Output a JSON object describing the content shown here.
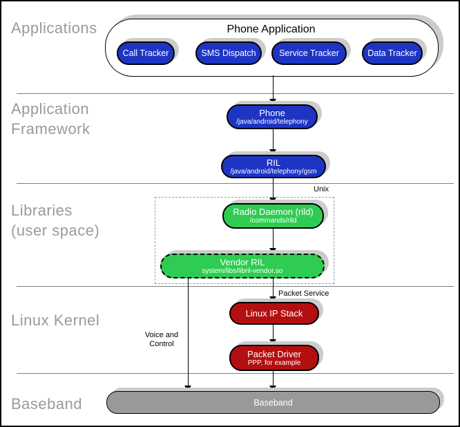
{
  "colors": {
    "node_blue": "#1e35c4",
    "node_green": "#2ecc52",
    "node_red": "#b30f11",
    "baseband_gray": "#999999",
    "section_label_gray": "#9a9a9a",
    "shadow_gray": "#cccccc",
    "divider_gray": "#7f7f7f"
  },
  "sections": {
    "applications": {
      "label": "Applications"
    },
    "framework": {
      "label_line1": "Application",
      "label_line2": "Framework"
    },
    "libraries": {
      "label_line1": "Libraries",
      "label_line2": "(user space)"
    },
    "kernel": {
      "label": "Linux Kernel"
    },
    "baseband": {
      "label": "Baseband"
    }
  },
  "nodes": {
    "phone_application": {
      "title": "Phone Application"
    },
    "call_tracker": {
      "title": "Call Tracker"
    },
    "sms_dispatch": {
      "title": "SMS Dispatch"
    },
    "service_tracker": {
      "title": "Service Tracker"
    },
    "data_tracker": {
      "title": "Data Tracker"
    },
    "phone": {
      "title": "Phone",
      "subtitle": "/java/android/telephony"
    },
    "ril": {
      "title": "RIL",
      "subtitle": "/java/android/telephony/gsm"
    },
    "radio_daemon": {
      "title": "Radio Daemon (rild)",
      "subtitle": "/commands/rild"
    },
    "vendor_ril": {
      "title": "Vendor RIL",
      "subtitle": "system/libs/libril-vendor.so"
    },
    "linux_ip_stack": {
      "title": "Linux IP Stack"
    },
    "packet_driver": {
      "title": "Packet Driver",
      "subtitle": "PPP, for example"
    },
    "baseband_bar": {
      "title": "Baseband"
    }
  },
  "annotations": {
    "unix": "Unix",
    "packet_service": "Packet Service",
    "voice_control_line1": "Voice and",
    "voice_control_line2": "Control"
  }
}
